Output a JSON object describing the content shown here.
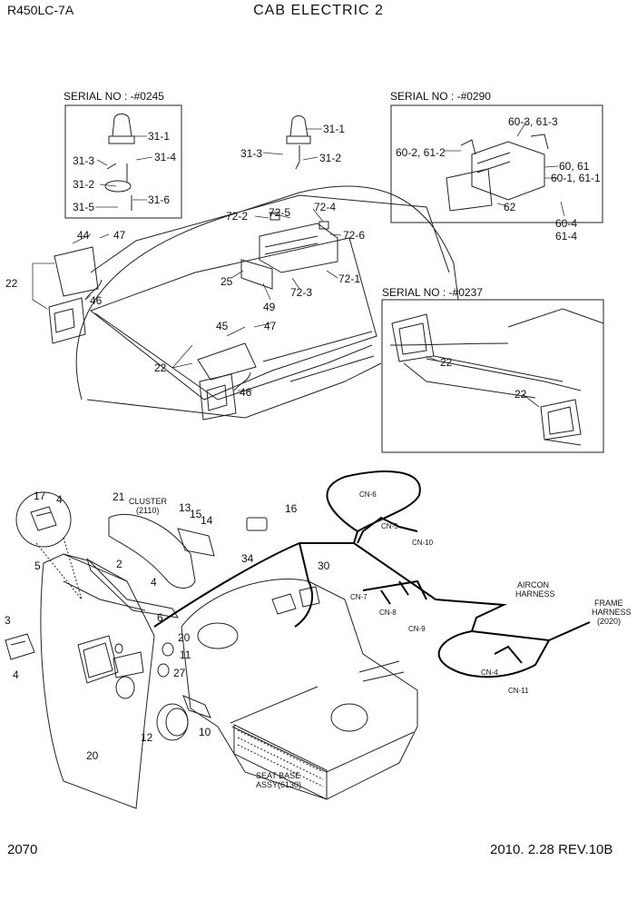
{
  "header": {
    "model": "R450LC-7A",
    "title": "CAB ELECTRIC 2"
  },
  "footer": {
    "page": "2070",
    "revision": "2010. 2.28  REV.10B"
  },
  "serials": {
    "beacon": "SERIAL NO : -#0245",
    "radio": "SERIAL NO : -#0290",
    "lamp": "SERIAL NO : -#0237"
  },
  "callouts": {
    "c31_1a": "31-1",
    "c31_3a": "31-3",
    "c31_4": "31-4",
    "c31_2a": "31-2",
    "c31_5": "31-5",
    "c31_6": "31-6",
    "c31_1b": "31-1",
    "c31_3b": "31-3",
    "c31_2b": "31-2",
    "c44": "44",
    "c47a": "47",
    "c22a": "22",
    "c46a": "46",
    "c72_4": "72-4",
    "c72_2": "72-2",
    "c72_5": "72-5",
    "c72_6": "72-6",
    "c25": "25",
    "c49": "49",
    "c72_3": "72-3",
    "c72_1": "72-1",
    "c45": "45",
    "c47b": "47",
    "c22b": "22",
    "c46b": "46",
    "c60_3": "60-3, 61-3",
    "c60_2": "60-2, 61-2",
    "c60": "60, 61",
    "c60_1": "60-1, 61-1",
    "c62": "62",
    "c60_4": "60-4",
    "c61_4": "61-4",
    "c22c": "22",
    "c22d": "22",
    "c17": "17",
    "c4a": "4",
    "c21": "21",
    "c13": "13",
    "c15": "15",
    "c14": "14",
    "c16": "16",
    "c5": "5",
    "c2": "2",
    "c4b": "4",
    "c34": "34",
    "c30": "30",
    "c6": "6",
    "c3": "3",
    "c4c": "4",
    "c20a": "20",
    "c11": "11",
    "c27": "27",
    "c12": "12",
    "c10": "10",
    "c20b": "20"
  },
  "captions": {
    "cluster": "CLUSTER",
    "cluster_ref": "(2110)",
    "aircon": "AIRCON",
    "aircon2": "HARNESS",
    "frame": "FRAME",
    "frame2": "HARNESS",
    "frame_ref": "(2020)",
    "seat": "SEAT BASE",
    "seat_ref": "ASSY(6130)",
    "cn6": "CN-6",
    "cn5": "CN-5",
    "cn10": "CN-10",
    "cn7": "CN-7",
    "cn8": "CN-8",
    "cn9": "CN-9",
    "cn4": "CN-4",
    "cn11": "CN-11"
  }
}
